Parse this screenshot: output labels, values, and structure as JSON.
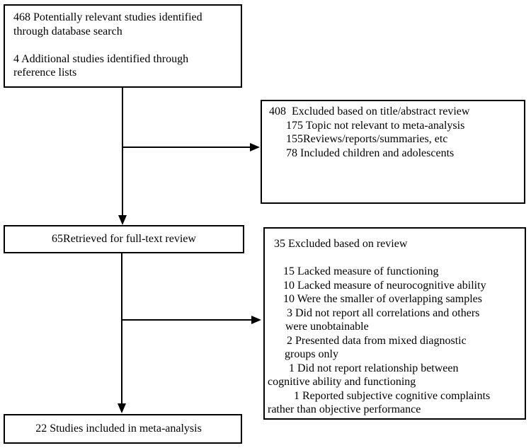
{
  "flowchart": {
    "identified_box": {
      "lines": [
        "468 Potentially relevant studies identified",
        "through database search",
        "",
        "4 Additional studies identified through",
        "reference lists"
      ]
    },
    "excluded_abstract_box": {
      "heading": "408  Excluded based on title/abstract review",
      "items": [
        "175 Topic not relevant to meta-analysis",
        "155Reviews/reports/summaries, etc",
        "78 Included children and adolescents"
      ]
    },
    "fulltext_box": {
      "label": "65Retrieved for full-text review"
    },
    "excluded_review_box": {
      "heading": "35 Excluded based on review",
      "lines": [
        "15 Lacked measure of functioning",
        "10 Lacked measure of neurocognitive ability",
        "10 Were the smaller of overlapping samples",
        "3 Did not report all correlations and others",
        "were unobtainable",
        "2 Presented data from mixed diagnostic",
        "groups only",
        "1 Did not report relationship between",
        "cognitive ability and functioning",
        "1 Reported subjective cognitive complaints",
        "rather than objective performance"
      ]
    },
    "included_box": {
      "label": "22 Studies included in meta-analysis"
    },
    "colors": {
      "line": "#000000",
      "background": "#ffffff"
    }
  }
}
